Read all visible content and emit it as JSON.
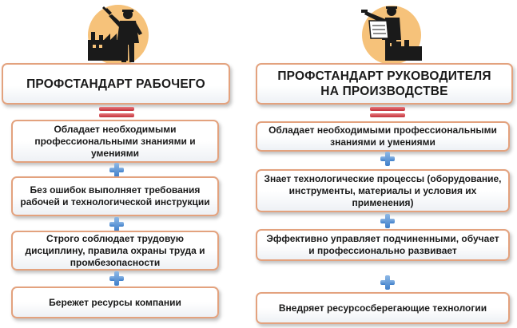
{
  "colors": {
    "box_border": "#e3a27e",
    "equals_sign": "#c2303a",
    "plus_sign": "#3f7fca",
    "figure_circle": "#f6c27a"
  },
  "icons": {
    "left_figure": "worker-with-wrench-and-factory-icon",
    "right_figure": "manager-pointing-with-blueprint-icon",
    "equals": "equals-icon",
    "plus": "plus-icon"
  },
  "left": {
    "title": "ПРОФСТАНДАРТ РАБОЧЕГО",
    "items": [
      "Обладает необходимыми профессиональными знаниями и умениями",
      "Без ошибок выполняет требования рабочей и технологической инструкции",
      "Строго соблюдает трудовую дисциплину, правила охраны труда и промбезопасности",
      "Бережет ресурсы компании"
    ]
  },
  "right": {
    "title": "ПРОФСТАНДАРТ РУКОВОДИТЕЛЯ НА ПРОИЗВОДСТВЕ",
    "items": [
      "Обладает необходимыми профессиональными знаниями и умениями",
      "Знает технологические процессы (оборудование, инструменты, материалы и условия их применения)",
      "Эффективно управляет подчиненными, обучает и профессионально развивает",
      "Внедряет ресурсосберегающие технологии"
    ]
  }
}
